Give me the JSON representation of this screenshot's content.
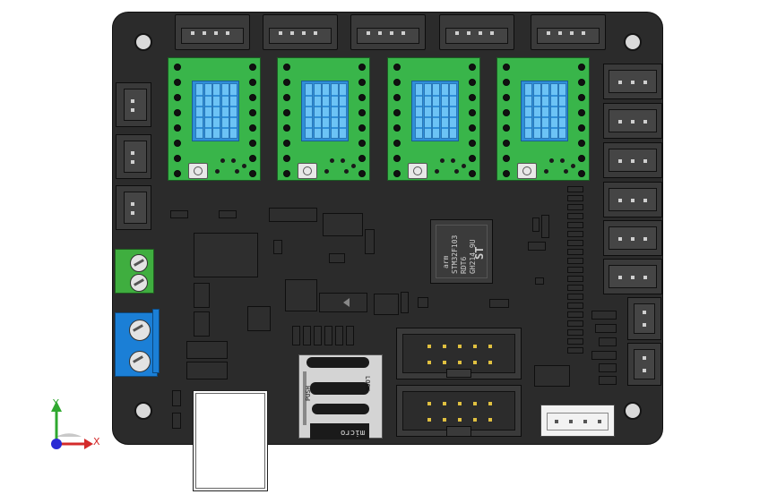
{
  "mcu": {
    "line1": "STM32F103",
    "line2": "RDT6",
    "line3": "GH214 9U",
    "logo": "ST",
    "brand": "arm"
  },
  "sd_slot": {
    "lock_label": "LOCK",
    "push_label": "PUSH",
    "brand_label": "micro"
  },
  "triad": {
    "y_label": "Y",
    "x_label": "X"
  },
  "colors": {
    "pcb": "#2b2b2b",
    "driver_board": "#39b54a",
    "heatsink": "#2f8fd8",
    "terminal_green": "#3fae3f",
    "terminal_blue": "#1b7fd6"
  },
  "icons": {
    "triad": "axis-triad-icon"
  }
}
